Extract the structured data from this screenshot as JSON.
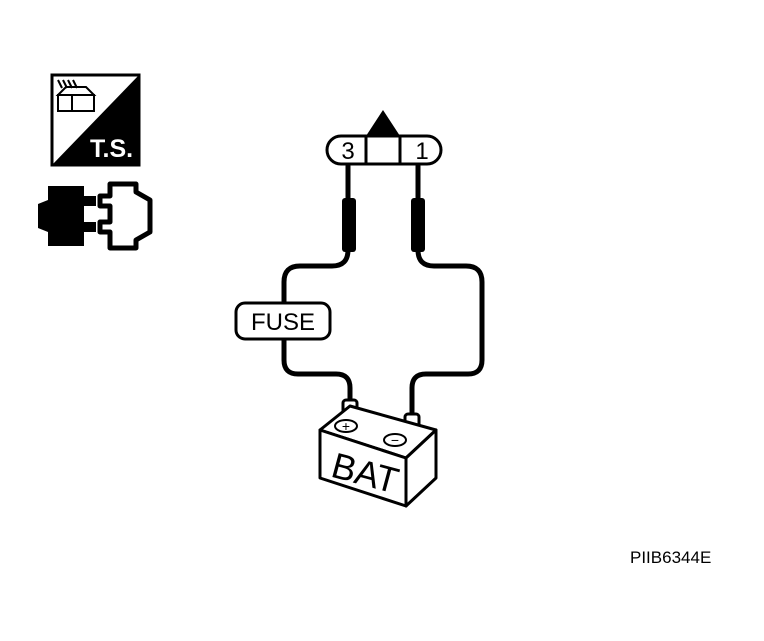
{
  "icons": {
    "tool_badge_label": "T.S.",
    "tool_badge_icon": "trouble-shooting-tool-icon",
    "connector_icon": "connector-disconnect-icon"
  },
  "connector": {
    "pin_left": "3",
    "pin_right": "1"
  },
  "fuse": {
    "label": "FUSE"
  },
  "battery": {
    "label": "BAT",
    "positive_symbol": "+",
    "negative_symbol": "−"
  },
  "figure_code": "PIIB6344E",
  "colors": {
    "ink": "#000000",
    "paper": "#ffffff"
  }
}
